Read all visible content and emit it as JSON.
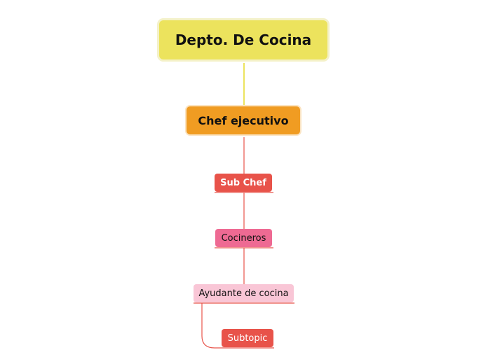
{
  "mindmap": {
    "root": {
      "label": "Depto. De Cocina"
    },
    "chef_ejecutivo": {
      "label": "Chef ejecutivo"
    },
    "sub_chef": {
      "label": "Sub Chef"
    },
    "cocineros": {
      "label": "Cocineros"
    },
    "ayudante": {
      "label": "Ayudante de cocina"
    },
    "subtopic": {
      "label": "Subtopic"
    }
  },
  "colors": {
    "root_fill": "#ece35d",
    "level1_fill": "#f09c22",
    "sub_chef_fill": "#e8534a",
    "cocineros_fill": "#ee6a93",
    "ayudante_fill": "#f9c6d6",
    "subtopic_fill": "#e8534a",
    "root_connector": "#ece35d",
    "branch_connector": "#e8534a"
  }
}
